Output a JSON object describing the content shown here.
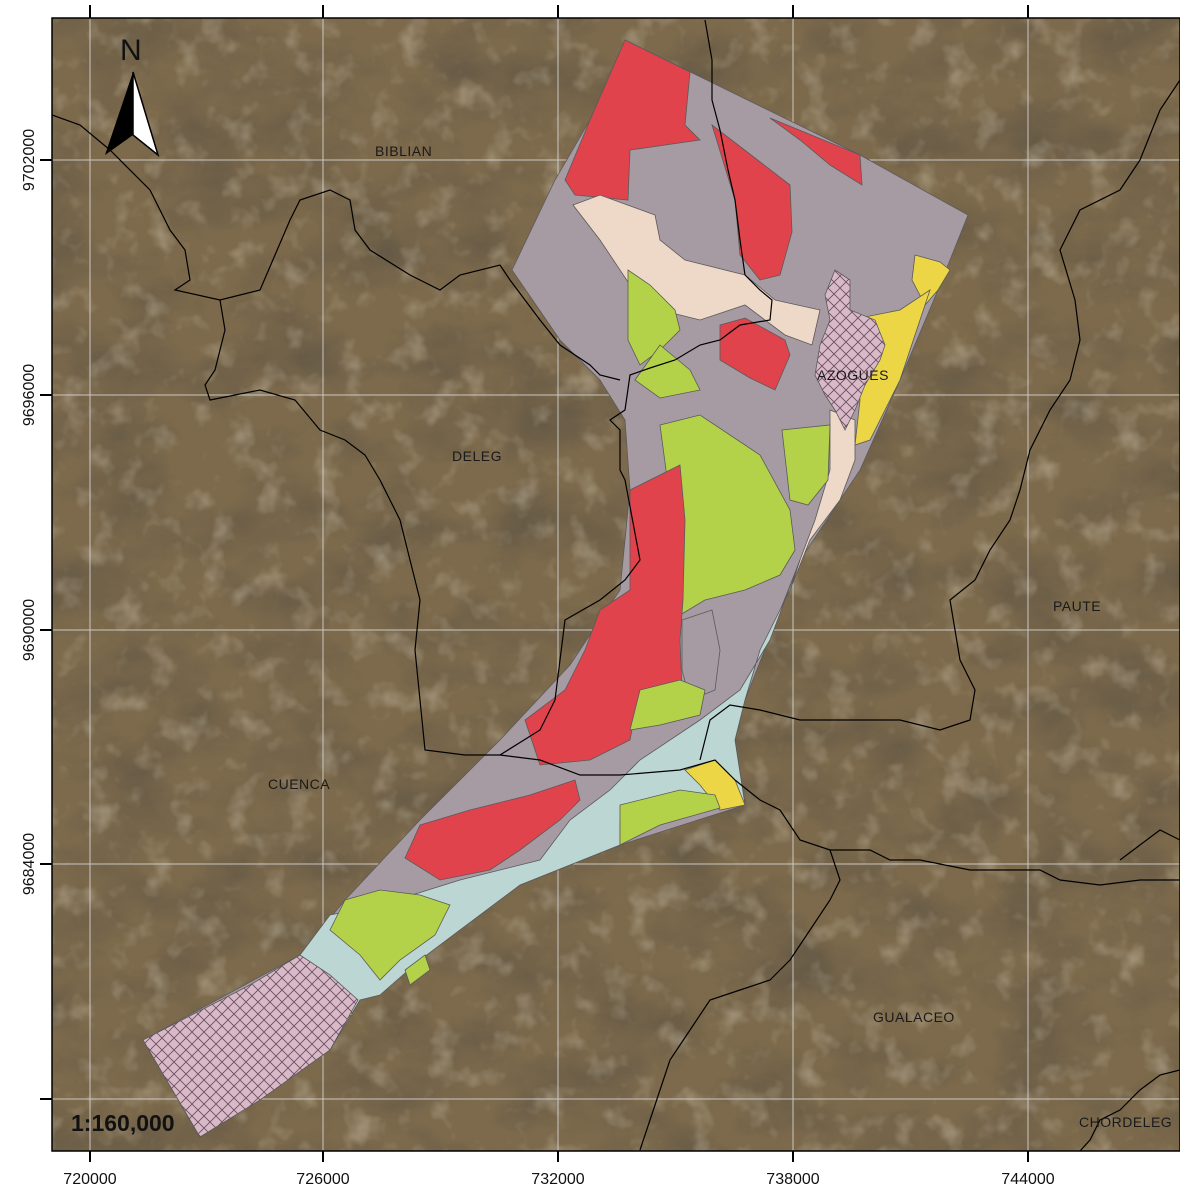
{
  "map": {
    "scale": "1:160,000",
    "north_letter": "N",
    "x_ticks": [
      "720000",
      "726000",
      "732000",
      "738000",
      "744000"
    ],
    "y_ticks": [
      "9702000",
      "9696000",
      "9690000",
      "9684000"
    ],
    "places": {
      "biblian": "BIBLIAN",
      "deleg": "DELEG",
      "azogues": "AZOGUES",
      "paute": "PAUTE",
      "cuenca": "CUENCA",
      "gualaceo": "GUALACEO",
      "chordeleg": "CHORDELEG"
    },
    "colors": {
      "background": "#7d6a4c",
      "red": "#e0434c",
      "gray": "#a69aa3",
      "beige": "#eed8c7",
      "green": "#b4d249",
      "yellow": "#ecd645",
      "lightblue": "#bcd6d4",
      "hatch": "#d8b9c8"
    }
  }
}
